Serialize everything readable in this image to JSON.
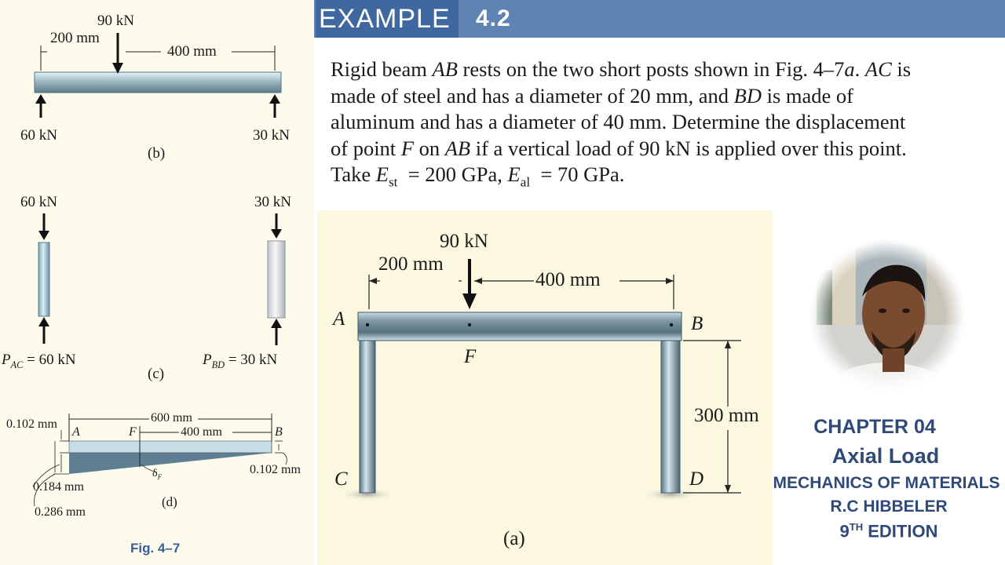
{
  "header": {
    "title": "EXAMPLE",
    "number": "4.2"
  },
  "problem": {
    "line1": "Rigid beam AB rests on the two short posts shown in Fig. 4–7a. AC is",
    "line2": "made of steel and has a diameter of 20 mm, and BD is made of",
    "line3": "aluminum and has a diameter of 40 mm. Determine the displacement",
    "line4": "of point F on AB if a vertical load of 90 kN is applied over this point.",
    "line5": "Take E_st = 200 GPa, E_al = 70 GPa."
  },
  "fig_b": {
    "load": "90 kN",
    "dim1": "200 mm",
    "dim2": "400 mm",
    "left_reaction": "60 kN",
    "right_reaction": "30 kN",
    "label": "(b)"
  },
  "fig_c": {
    "left_top": "60 kN",
    "right_top": "30 kN",
    "left_force": "P_AC = 60 kN",
    "right_force": "P_BD = 30 kN",
    "label": "(c)"
  },
  "fig_d": {
    "left_top_disp": "0.102 mm",
    "span": "600 mm",
    "sub_span": "400 mm",
    "pt_a": "A",
    "pt_f": "F",
    "pt_b": "B",
    "right_disp": "0.102 mm",
    "disp_left_mid": "0.184 mm",
    "disp_left_total": "0.286 mm",
    "delta": "δ_F",
    "label": "(d)"
  },
  "fig_caption": "Fig. 4–7",
  "fig_a": {
    "load": "90 kN",
    "dim1": "200 mm",
    "dim2": "400 mm",
    "height": "300 mm",
    "pt_a": "A",
    "pt_b": "B",
    "pt_c": "C",
    "pt_d": "D",
    "pt_f": "F",
    "label": "(a)"
  },
  "chapter": {
    "line1": "CHAPTER 04",
    "line2": "Axial Load",
    "line3": "MECHANICS OF MATERIALS",
    "line4": "R.C HIBBELER",
    "line5_num": "9",
    "line5_sup": "TH",
    "line5_rest": " EDITION"
  },
  "colors": {
    "header_dark": "#3f67a0",
    "header_light": "#5f84b3",
    "caption_blue": "#2f4a78",
    "panel_bg": "#fbf8df"
  }
}
